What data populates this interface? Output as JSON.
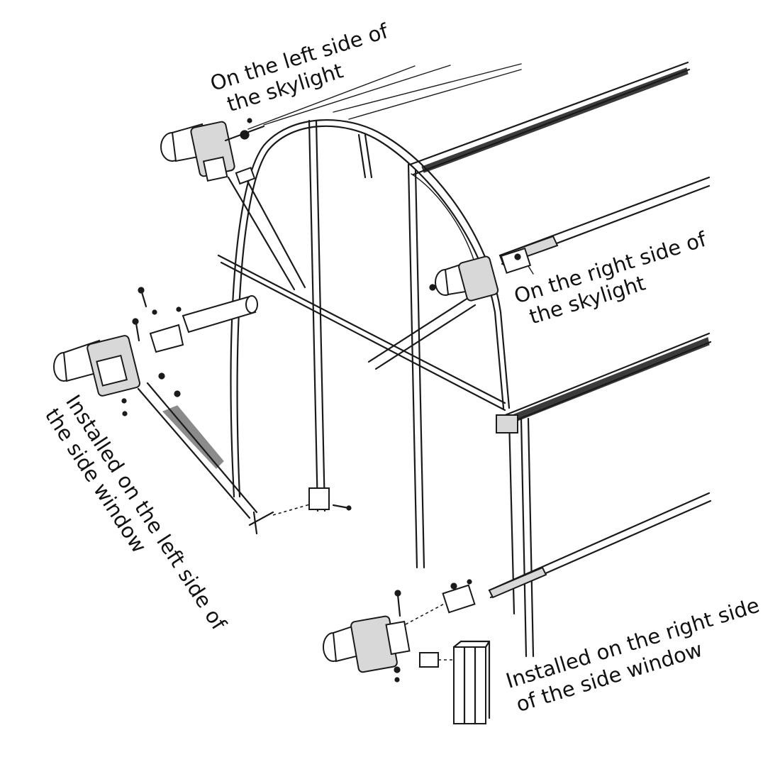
{
  "labels": {
    "left_skylight_line1": "On the left side of",
    "left_skylight_line2": "the skylight",
    "right_skylight_line1": "On the right side of",
    "right_skylight_line2": "the skylight",
    "left_side_window_line1": "Installed on the left side of",
    "left_side_window_line2": "the side window",
    "right_side_window_line1": "Installed on the  right side",
    "right_side_window_line2": "of the side window"
  }
}
